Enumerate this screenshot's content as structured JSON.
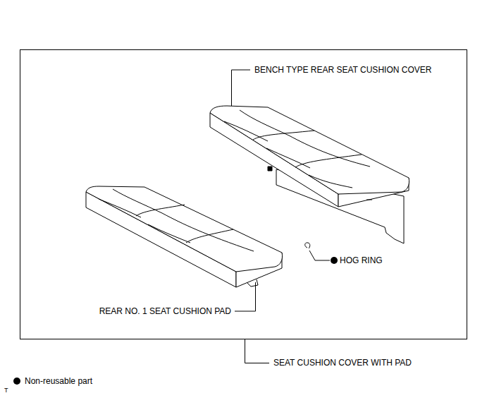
{
  "diagram": {
    "labels": [
      "BENCH TYPE REAR SEAT CUSHION COVER",
      "HOG RING",
      "REAR NO. 1 SEAT CUSHION PAD",
      "SEAT CUSHION COVER WITH PAD",
      "T"
    ],
    "legend": [
      {
        "text": "Non-reusable part"
      }
    ]
  }
}
